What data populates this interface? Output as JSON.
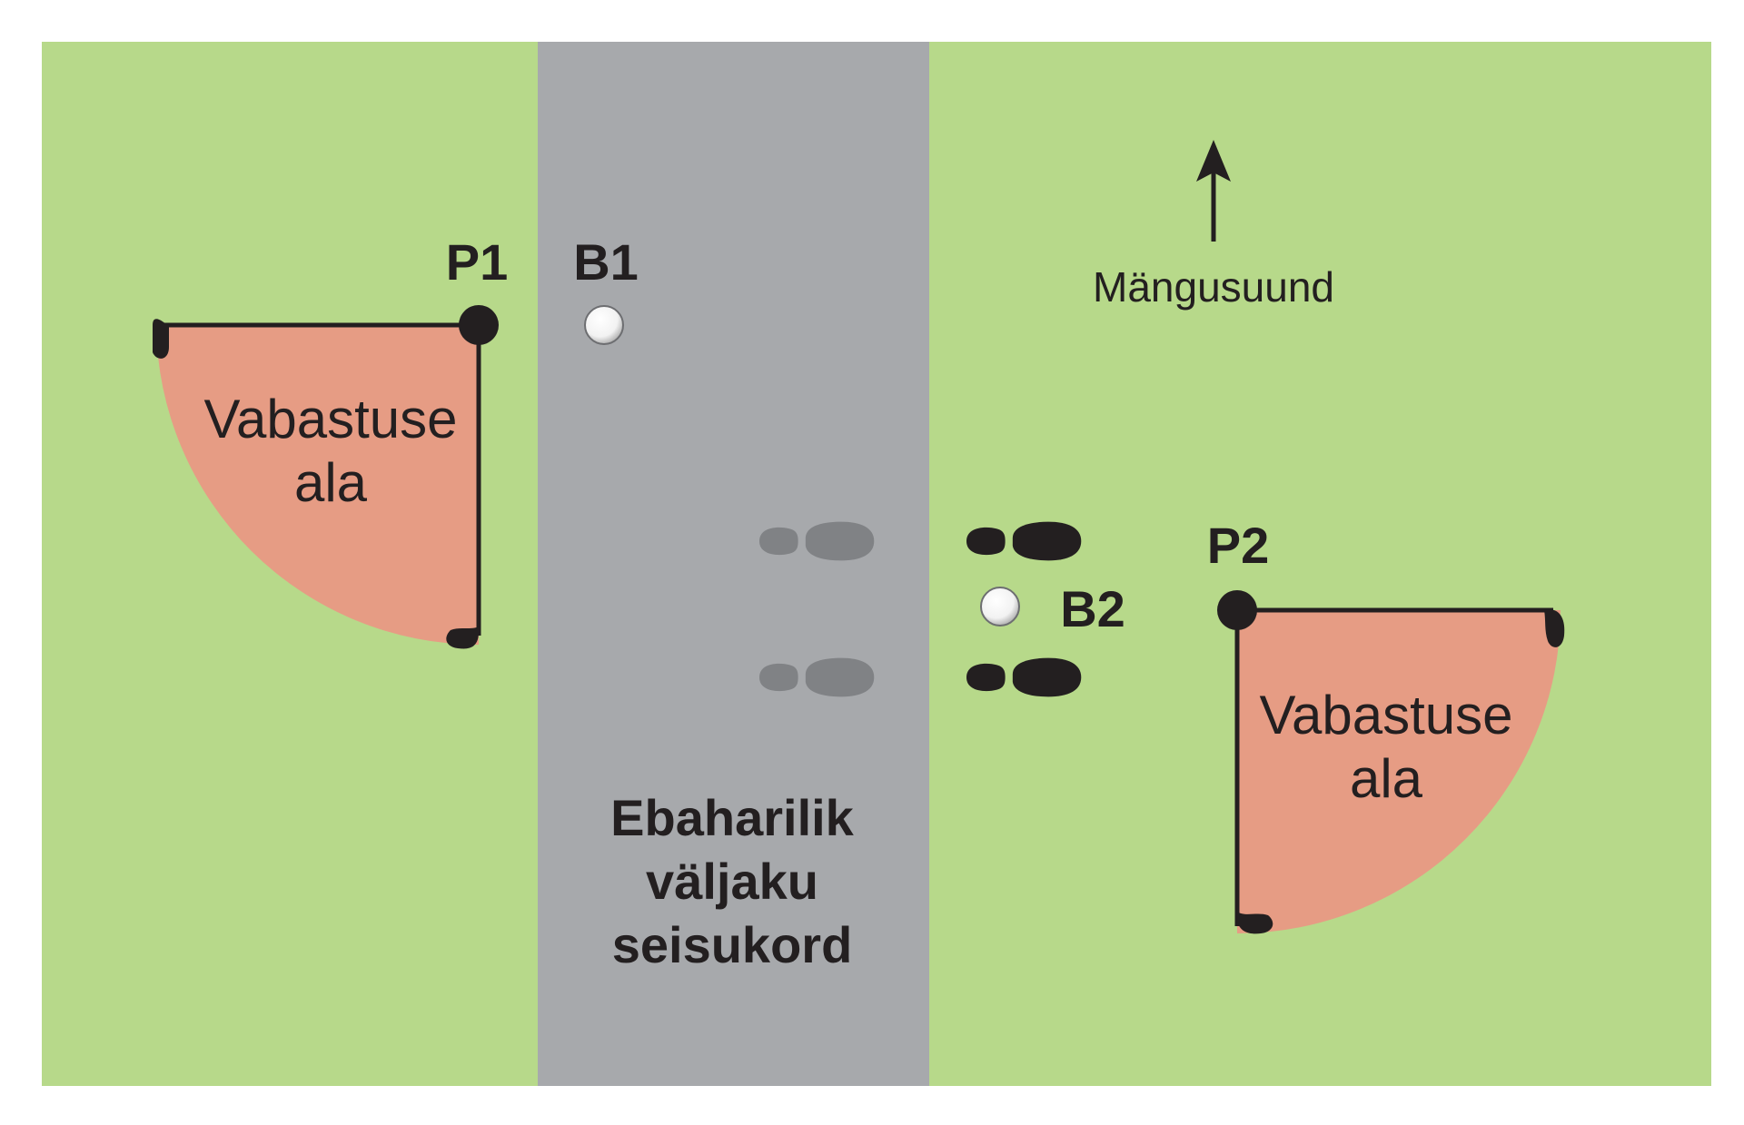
{
  "colors": {
    "grass": "#b7d98a",
    "abnormal_strip": "#a7a9ac",
    "relief_area": "#e69c84",
    "ink": "#231f20",
    "ball": "#ffffff",
    "footprint_dark": "#231f20",
    "footprint_light": "#808285"
  },
  "labels": {
    "p1": "P1",
    "b1": "B1",
    "p2": "P2",
    "b2": "B2",
    "direction": "Mängusuund",
    "relief_left_line1": "Vabastuse",
    "relief_left_line2": "ala",
    "relief_right_line1": "Vabastuse",
    "relief_right_line2": "ala",
    "condition_line1": "Ebaharilik",
    "condition_line2": "väljaku",
    "condition_line3": "seisukord"
  },
  "icons": {
    "direction_arrow": "arrow-up-icon",
    "ball": "golf-ball-icon",
    "footprint": "shoe-print-icon"
  }
}
